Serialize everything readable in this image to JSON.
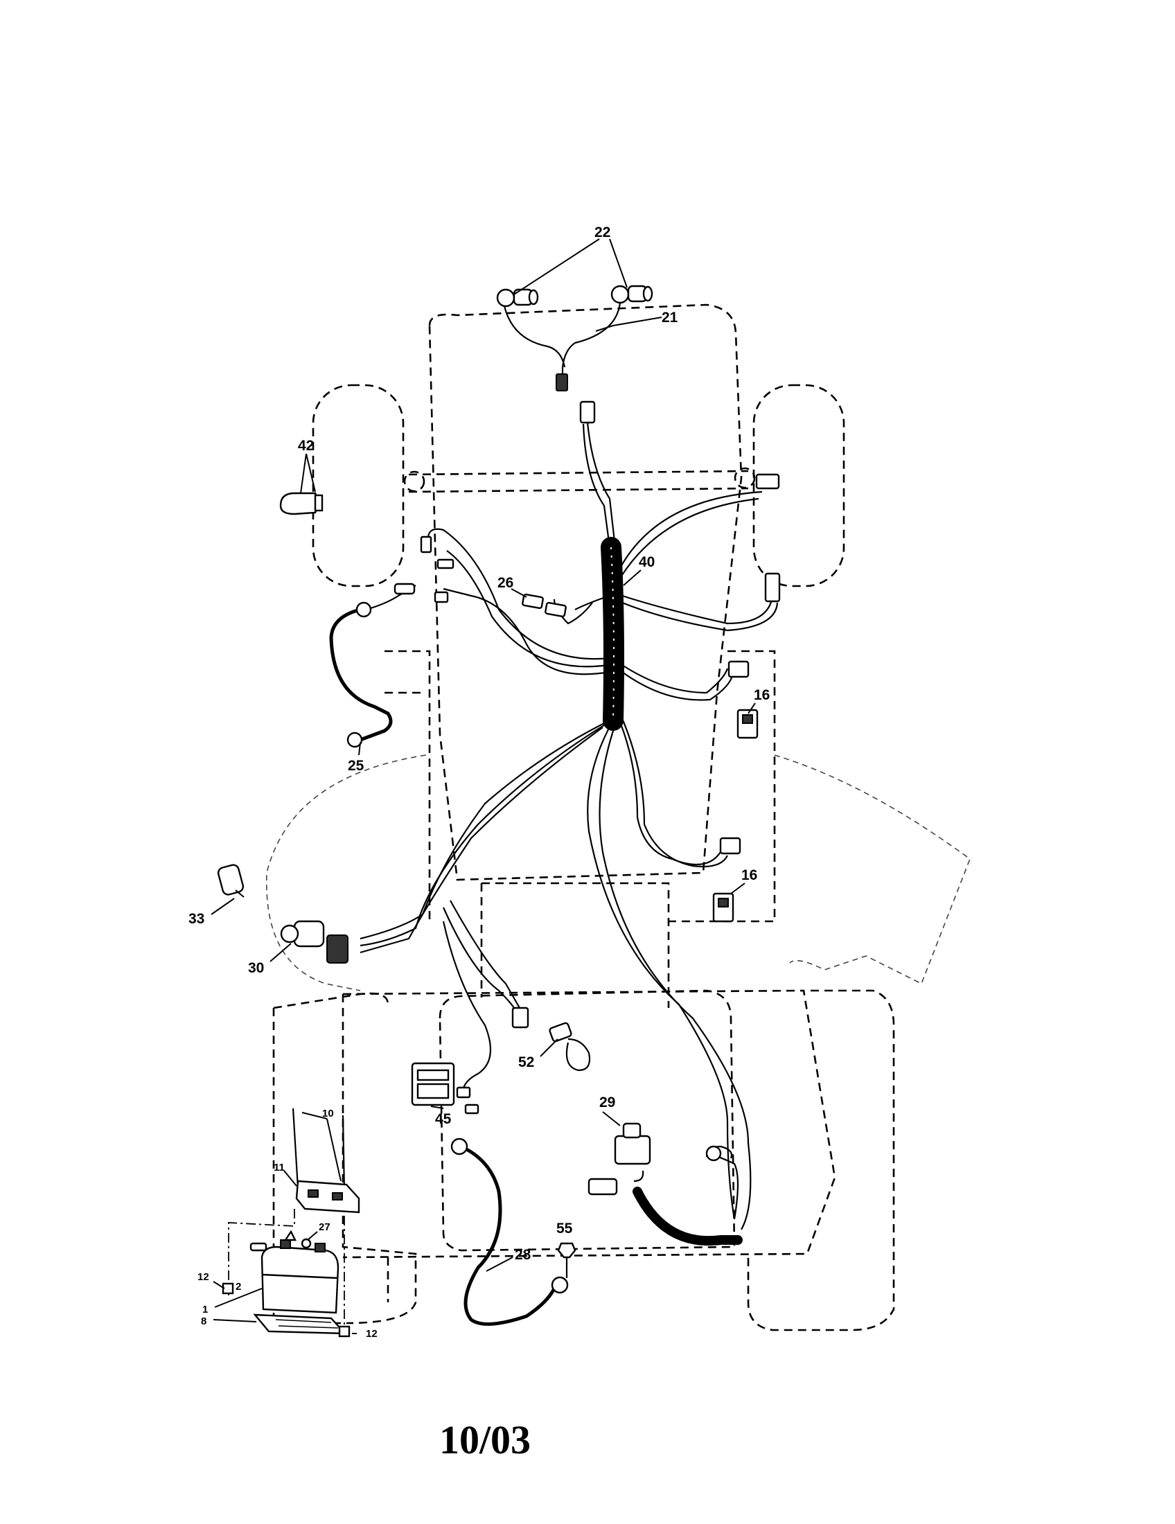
{
  "diagram": {
    "callouts": {
      "c22": "22",
      "c21": "21",
      "c42": "42",
      "c40": "40",
      "c26": "26",
      "c16a": "16",
      "c16b": "16",
      "c25": "25",
      "c33": "33",
      "c30": "30",
      "c52": "52",
      "c45": "45",
      "c29": "29",
      "c10": "10",
      "c11": "11",
      "c27": "27",
      "c55": "55",
      "c28": "28",
      "c12a": "12",
      "c2": "2",
      "c1": "1",
      "c8": "8",
      "c12b": "12"
    },
    "footer_date": "10/03"
  },
  "colors": {
    "ink": "#000000",
    "paper": "#ffffff"
  }
}
